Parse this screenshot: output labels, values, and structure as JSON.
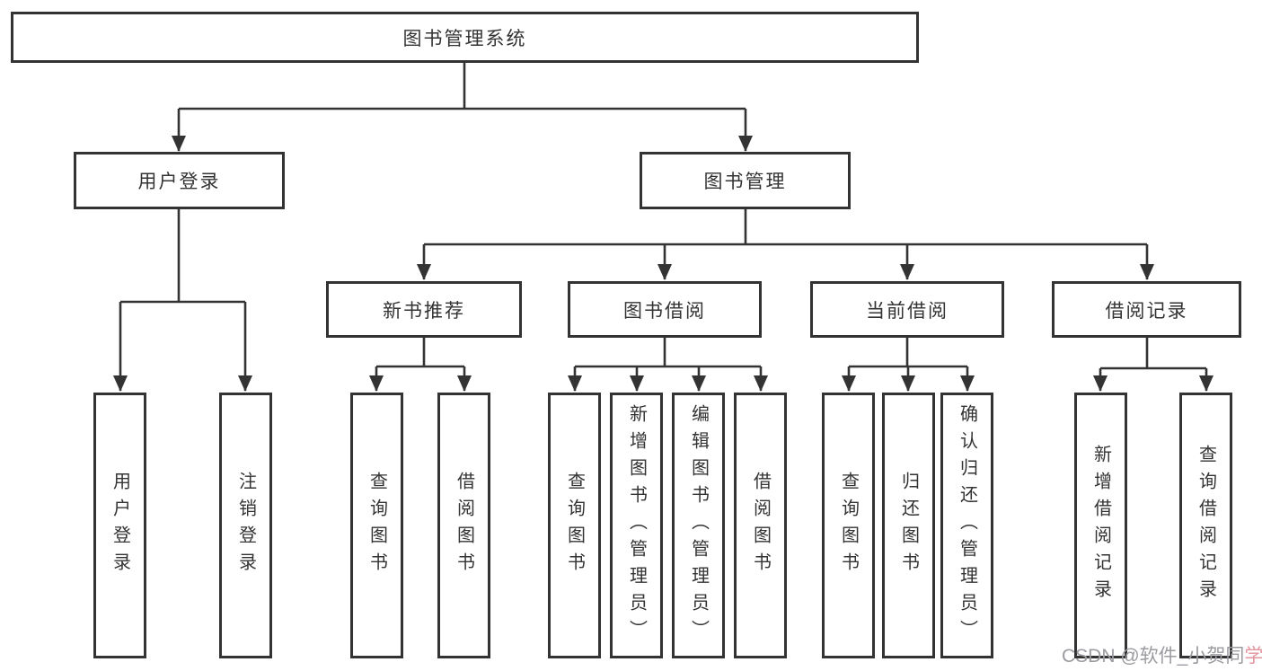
{
  "colors": {
    "line": "#333333",
    "text": "#333333",
    "background": "#ffffff",
    "watermark_gray": "#9b9ba1",
    "watermark_pink": "#e2959c"
  },
  "tree": {
    "root": {
      "label": "图书管理系统"
    },
    "user_branch": {
      "label": "用户登录",
      "leaves": [
        {
          "label": "用户登录"
        },
        {
          "label": "注销登录"
        }
      ]
    },
    "mgmt_branch": {
      "label": "图书管理",
      "groups": [
        {
          "label": "新书推荐",
          "leaves": [
            {
              "label": "查询图书"
            },
            {
              "label": "借阅图书"
            }
          ]
        },
        {
          "label": "图书借阅",
          "leaves": [
            {
              "label": "查询图书"
            },
            {
              "label": "新增图书（管理员）"
            },
            {
              "label": "编辑图书（管理员）"
            },
            {
              "label": "借阅图书"
            }
          ]
        },
        {
          "label": "当前借阅",
          "leaves": [
            {
              "label": "查询图书"
            },
            {
              "label": "归还图书"
            },
            {
              "label": "确认归还（管理员）"
            }
          ]
        },
        {
          "label": "借阅记录",
          "leaves": [
            {
              "label": "新增借阅记录"
            },
            {
              "label": "查询借阅记录"
            }
          ]
        }
      ]
    }
  },
  "watermark": {
    "full_text": "CSDN @软件_小贺同学",
    "gray_part": "CSDN @软件_小贺同",
    "pink_part": "学"
  }
}
